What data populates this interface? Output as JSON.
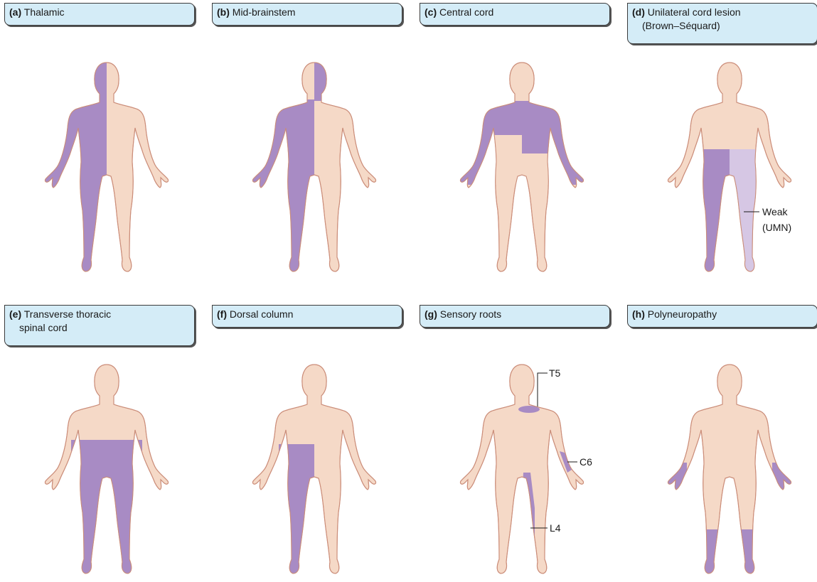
{
  "colors": {
    "skin": "#f5d9c7",
    "skin_outline": "#d99a84",
    "purple": "#a88bc4",
    "light_purple": "#d6c7e4",
    "label_bg": "#d4ecf7"
  },
  "panels": [
    {
      "letter": "(a)",
      "title": "Thalamic",
      "title2": ""
    },
    {
      "letter": "(b)",
      "title": "Mid-brainstem",
      "title2": ""
    },
    {
      "letter": "(c)",
      "title": "Central cord",
      "title2": ""
    },
    {
      "letter": "(d)",
      "title": "Unilateral cord lesion",
      "title2": "(Brown–Séquard)"
    },
    {
      "letter": "(e)",
      "title": "Transverse thoracic",
      "title2": "spinal cord"
    },
    {
      "letter": "(f)",
      "title": "Dorsal column",
      "title2": ""
    },
    {
      "letter": "(g)",
      "title": "Sensory roots",
      "title2": ""
    },
    {
      "letter": "(h)",
      "title": "Polyneuropathy",
      "title2": ""
    }
  ],
  "annotations": {
    "weak": "Weak",
    "umn": "(UMN)",
    "t5": "T5",
    "c6": "C6",
    "l4": "L4"
  }
}
